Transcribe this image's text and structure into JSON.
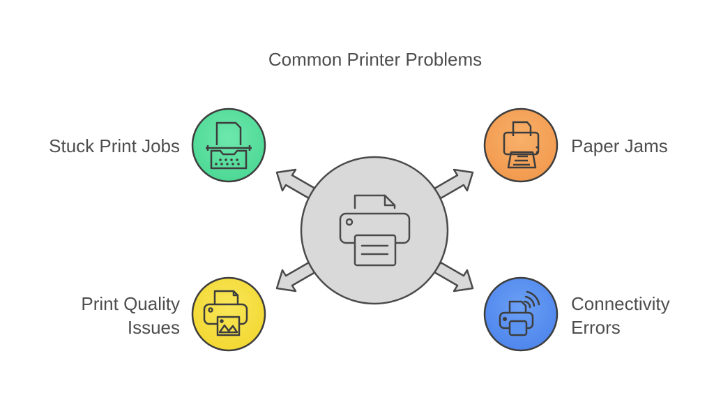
{
  "title": "Common Printer Problems",
  "center": {
    "icon": "printer-icon",
    "color": "#d9d9d9"
  },
  "items": [
    {
      "label_lines": [
        "Stuck Print Jobs"
      ],
      "icon": "typewriter-icon",
      "color": "#5ce0a0",
      "position": "top-left"
    },
    {
      "label_lines": [
        "Paper Jams"
      ],
      "icon": "paper-jam-printer-icon",
      "color": "#f5a35a",
      "position": "top-right"
    },
    {
      "label_lines": [
        "Print Quality",
        "Issues"
      ],
      "icon": "image-printer-icon",
      "color": "#f5e04a",
      "position": "bottom-left"
    },
    {
      "label_lines": [
        "Connectivity",
        "Errors"
      ],
      "icon": "wireless-printer-icon",
      "color": "#5b93f0",
      "position": "bottom-right"
    }
  ]
}
